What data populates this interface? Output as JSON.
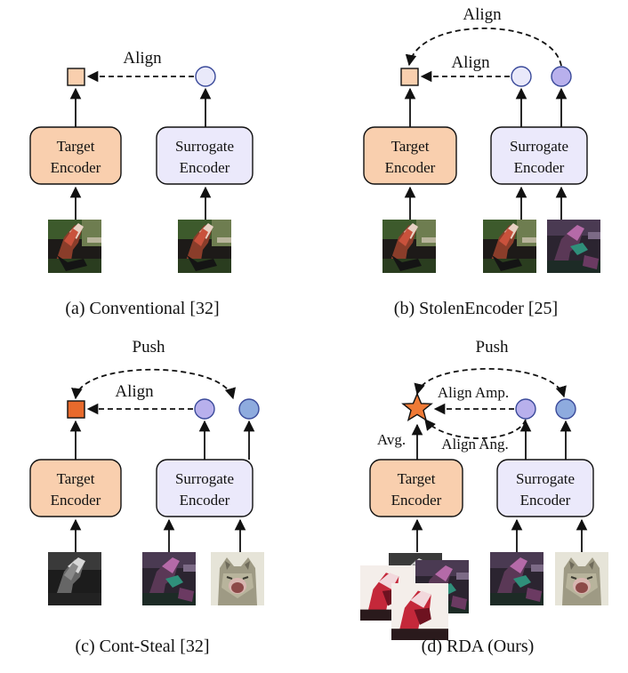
{
  "colors": {
    "target_fill": "#f9cfae",
    "surrogate_fill": "#ebe9fb",
    "circle_light": "#e9e9fa",
    "circle_violet": "#b8b0ec",
    "circle_blue": "#8eabde",
    "square_light": "#f9cfae",
    "square_dark": "#e86a2c",
    "star": "#ef7a36",
    "stroke": "#111111"
  },
  "common": {
    "target_line1": "Target",
    "target_line2": "Encoder",
    "surrogate_line1": "Surrogate",
    "surrogate_line2": "Encoder"
  },
  "panels": {
    "a": {
      "caption": "(a) Conventional [32]",
      "align": "Align"
    },
    "b": {
      "caption": "(b) StolenEncoder [25]",
      "align_top": "Align",
      "align": "Align"
    },
    "c": {
      "caption": "(c) Cont-Steal [32]",
      "push": "Push",
      "align": "Align"
    },
    "d": {
      "caption": "(d) RDA (Ours)",
      "push": "Push",
      "align_amp": "Align Amp.",
      "align_ang": "Align Ang.",
      "avg": "Avg."
    }
  },
  "images": {
    "original": "photo-dog-open-mouth",
    "adversarial": "photo-dog-perturbed-color",
    "grayscale": "photo-dog-grayscale",
    "cat": "photo-cat-yawning",
    "augmented_stack": "photo-dog-augmented-views"
  }
}
